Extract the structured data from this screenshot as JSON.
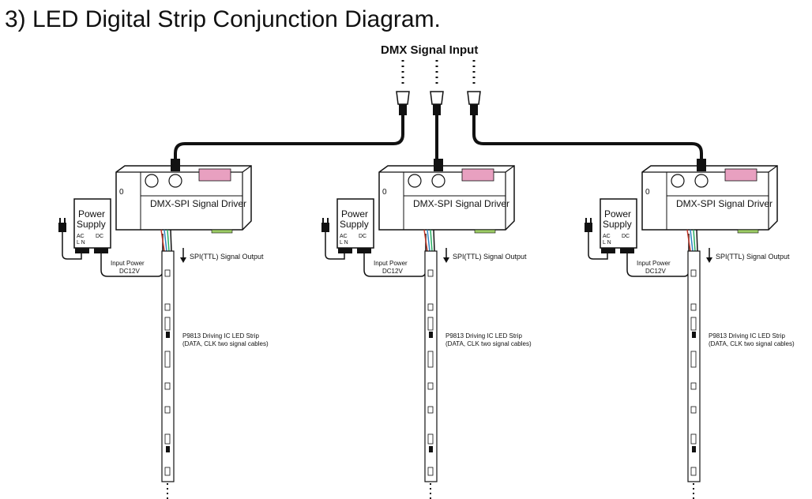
{
  "title": "3) LED Digital Strip Conjunction Diagram.",
  "dmx_input_label": "DMX Signal Input",
  "units": [
    {
      "driver_label": "DMX-SPI Signal Driver",
      "power_supply_label_1": "Power",
      "power_supply_label_2": "Supply",
      "ac_label": "AC",
      "ac_terminals": "L N",
      "dc_label": "DC",
      "input_power_label": "Input Power",
      "input_power_voltage": "DC12V",
      "spi_output_label": "SPI(TTL) Signal Output",
      "strip_label_1": "P9813 Driving IC LED Strip",
      "strip_label_2": "(DATA, CLK two signal cables)"
    },
    {
      "driver_label": "DMX-SPI Signal Driver",
      "power_supply_label_1": "Power",
      "power_supply_label_2": "Supply",
      "ac_label": "AC",
      "ac_terminals": "L N",
      "dc_label": "DC",
      "input_power_label": "Input Power",
      "input_power_voltage": "DC12V",
      "spi_output_label": "SPI(TTL) Signal Output",
      "strip_label_1": "P9813 Driving IC LED Strip",
      "strip_label_2": "(DATA, CLK two signal cables)"
    },
    {
      "driver_label": "DMX-SPI Signal Driver",
      "power_supply_label_1": "Power",
      "power_supply_label_2": "Supply",
      "ac_label": "AC",
      "ac_terminals": "L N",
      "dc_label": "DC",
      "input_power_label": "Input Power",
      "input_power_voltage": "DC12V",
      "spi_output_label": "SPI(TTL) Signal Output",
      "strip_label_1": "P9813 Driving IC LED Strip",
      "strip_label_2": "(DATA, CLK two signal cables)"
    }
  ],
  "wire_colors": [
    "#c0392b",
    "#2e86c1",
    "#27ae60",
    "#111111"
  ],
  "dip_switch_color": "#e8a0c0",
  "terminal_color": "#9ccc65"
}
